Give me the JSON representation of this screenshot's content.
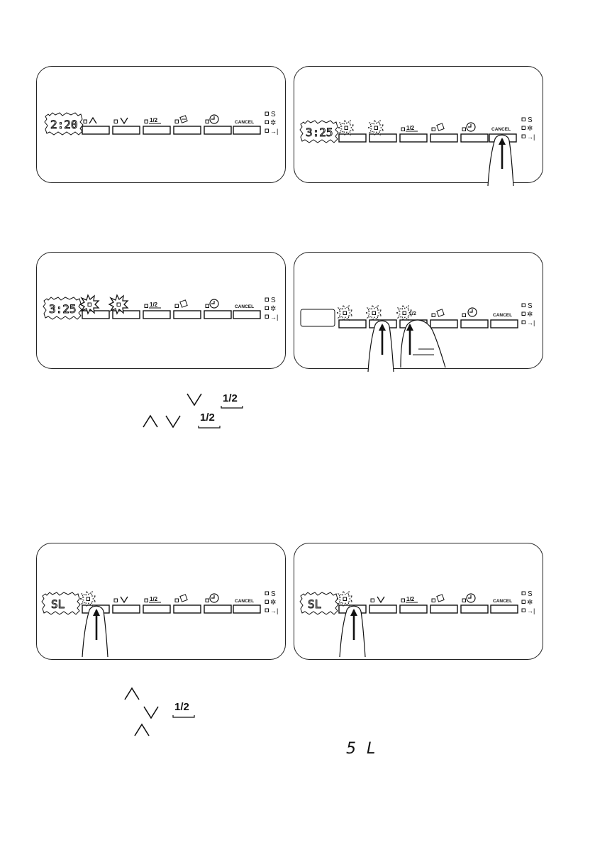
{
  "panels": [
    {
      "id": "p1",
      "display": "2:20",
      "cancel_label": "CANCEL",
      "half_label": "1/2"
    },
    {
      "id": "p2",
      "display": "3:25",
      "cancel_label": "CANCEL",
      "half_label": "1/2"
    },
    {
      "id": "p3",
      "display": "3:25",
      "cancel_label": "CANCEL",
      "half_label": "1/2"
    },
    {
      "id": "p4",
      "display": "",
      "cancel_label": "CANCEL",
      "half_label": "1/2"
    },
    {
      "id": "p5",
      "display": "SL",
      "cancel_label": "CANCEL",
      "half_label": "1/2"
    },
    {
      "id": "p6",
      "display": "SL",
      "cancel_label": "CANCEL",
      "half_label": "1/2"
    }
  ],
  "captions": {
    "half_label": "1/2",
    "sl_symbol": "5 L"
  },
  "icons": {
    "up": "chevron-up-icon",
    "down": "chevron-down-icon",
    "half": "half-load-icon",
    "tablet": "tablet-icon",
    "clock": "delay-clock-icon",
    "salt": "salt-icon",
    "rinse": "rinse-aid-icon",
    "end": "end-icon"
  }
}
